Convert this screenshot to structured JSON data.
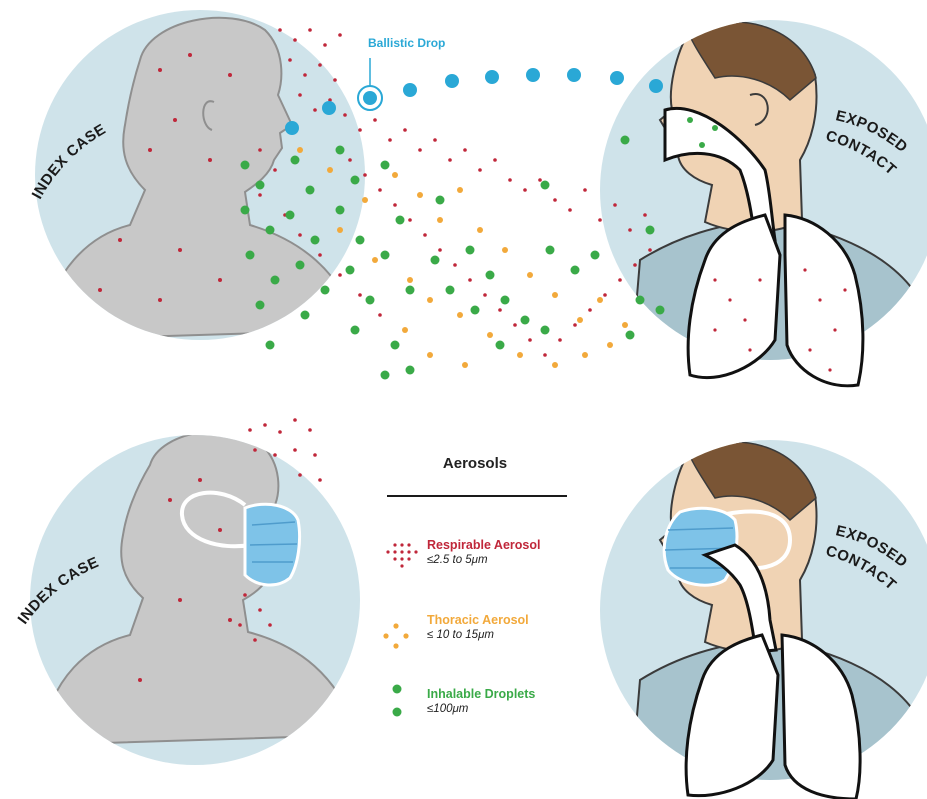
{
  "labels": {
    "index_case": "INDEX CASE",
    "exposed_contact_line1": "EXPOSED",
    "exposed_contact_line2": "CONTACT",
    "ballistic_drop": "Ballistic Drop"
  },
  "legend": {
    "title": "Aerosols",
    "items": [
      {
        "key": "respirable",
        "name": "Respirable Aerosol",
        "size": "≤2.5 to 5μm",
        "color": "#c0273a",
        "icon": "dot-cluster-small"
      },
      {
        "key": "thoracic",
        "name": "Thoracic Aerosol",
        "size": "≤ 10 to 15μm",
        "color": "#f2a93b",
        "icon": "dot-cluster-medium"
      },
      {
        "key": "inhalable",
        "name": "Inhalable Droplets",
        "size": "≤100μm",
        "color": "#3aaa48",
        "icon": "dot-pair-large"
      }
    ]
  },
  "colors": {
    "circle_bg": "#cfe3ea",
    "person_grey": "#c8c8c8",
    "skin": "#f0d3b4",
    "hair": "#7a5535",
    "shirt": "#a7c3cd",
    "mask_blue": "#7ec3e8",
    "ballistic_blue": "#2aa8d6",
    "respirable_red": "#c0273a",
    "thoracic_orange": "#f2a93b",
    "inhalable_green": "#3aaa48"
  }
}
